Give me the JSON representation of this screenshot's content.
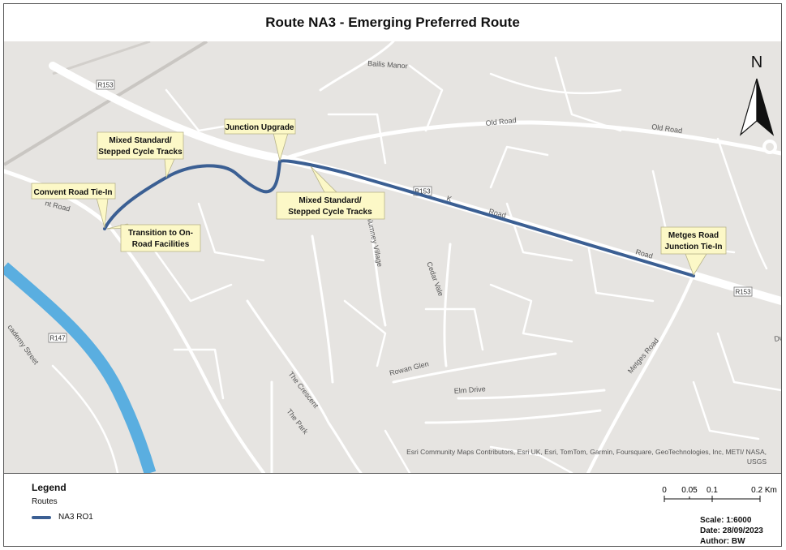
{
  "title": "Route NA3 - Emerging Preferred Route",
  "north_label": "N",
  "route_shields": [
    "R153",
    "R153",
    "R153",
    "R147"
  ],
  "road_labels": {
    "bailis_manor": "Bailis Manor",
    "old_road_1": "Old Road",
    "old_road_2": "Old Road",
    "convent_road": "nt Road",
    "kennedy_road_1": "K",
    "kennedy_road_2": "Road",
    "kennedy_road_3": "Road",
    "athlumney_village": "thlumney Village",
    "cedar_vale": "Cedar Vale",
    "rowan_glen": "Rowan Glen",
    "elm_drive": "Elm Drive",
    "the_crescent": "The Crescent",
    "the_park": "The Park",
    "academy_street": "cademy Street",
    "metges_road": "Metges Road",
    "du": "Du"
  },
  "callouts": {
    "mixed_1": [
      "Mixed Standard/",
      "Stepped Cycle Tracks"
    ],
    "junction_upgrade": [
      "Junction Upgrade"
    ],
    "convent": [
      "Convent Road Tie-In"
    ],
    "transition": [
      "Transition to On-",
      "Road Facilities"
    ],
    "mixed_2": [
      "Mixed Standard/",
      "Stepped Cycle Tracks"
    ],
    "metges": [
      "Metges Road",
      "Junction Tie-In"
    ]
  },
  "attribution": "Esri Community Maps Contributors, Esri UK, Esri, TomTom, Garmin, Foursquare, GeoTechnologies, Inc, METI/ NASA, USGS",
  "legend": {
    "title": "Legend",
    "subtitle": "Routes",
    "items": [
      {
        "label": "NA3 RO1",
        "color": "#3b5f93"
      }
    ]
  },
  "scalebar": {
    "ticks": [
      "0",
      "0.05",
      "0.1",
      "0.2 Km"
    ]
  },
  "info": {
    "scale": "Scale: 1:6000",
    "date": "Date: 28/09/2023",
    "author": "Author: BW"
  },
  "colors": {
    "route": "#3b5f93",
    "river": "#5aaee0",
    "map_bg": "#e6e4e1",
    "road": "#ffffff",
    "callout_fill": "#fcf8c7"
  }
}
